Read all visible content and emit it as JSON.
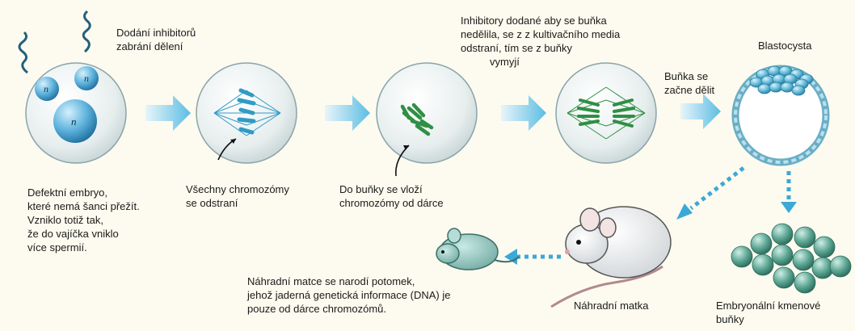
{
  "labels": {
    "inhibitors_add": "Dodání inhibitorů\nzabrání dělení",
    "defect_embryo": "Defektní embryo,\nkteré nemá šanci přežít.\nVzniklo totiž tak,\nže do vajíčka vniklo\nvíce spermií.",
    "remove_chromosomes": "Všechny chromozómy\nse odstraní",
    "insert_donor": "Do buňky se vloží\nchromozómy od dárce",
    "inhibitors_wash": "Inhibitory dodané aby se buňka\nnedělila, se z z kultivačního media\nodstraní, tím se z buňky",
    "inhibitors_wash_last": "vymyjí",
    "cell_divides": "Buňka se\nzačne dělit",
    "blastocyst": "Blastocysta",
    "surrogate_offspring": "Náhradní matce se narodí potomek,\njehož jaderná genetická informace (DNA) je\npouze od dárce chromozómů.",
    "surrogate_mother": "Náhradní matka",
    "stem_cells": "Embryonální kmenové\nbuňky"
  },
  "nucleus_letter": "n",
  "colors": {
    "background": "#fdfbef",
    "cell_fill": "#e9f1f1",
    "cell_edge": "#7f9aa0",
    "arrow": "#6cc3e2",
    "chromosome_blue": "#2f9bc6",
    "chromosome_green": "#2f8f45",
    "nucleus": "#3a93c4",
    "sperm": "#23607d",
    "stem_cell": "#3d8a77",
    "mouse_small": "#98c7c0",
    "mouse_white": "#f2f2f2"
  }
}
